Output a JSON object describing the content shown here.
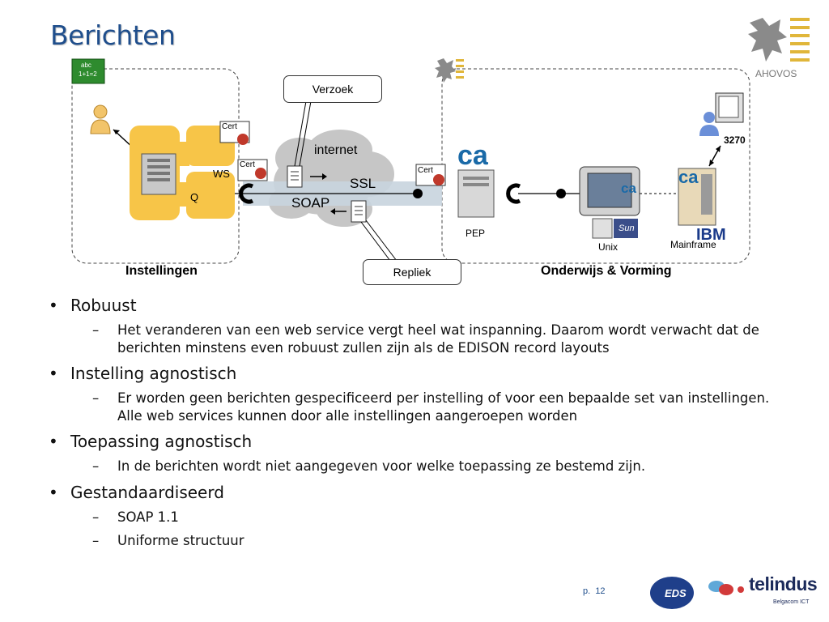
{
  "slide": {
    "title": "Berichten",
    "logo_text": "AHOVOS",
    "page_label": "p.",
    "page_number": "12"
  },
  "diagram": {
    "green_box_line1": "abc",
    "green_box_line2": "1+1=2",
    "cert_label": "Cert",
    "ws_label": "WS",
    "q_label": "Q",
    "internet_label": "internet",
    "ssl_label": "SSL",
    "soap_label": "SOAP",
    "request_label": "Verzoek",
    "reply_label": "Repliek",
    "pep_label": "PEP",
    "unix_label": "Unix",
    "mainframe_label": "Mainframe",
    "terminal_label": "3270",
    "ca_logo": "ca",
    "sun_logo": "Sun",
    "ibm_logo": "IBM",
    "left_group_label": "Instellingen",
    "right_group_label": "Onderwijs & Vorming",
    "colors": {
      "accent_orange": "#f7c548",
      "cloud": "#c4c4c4",
      "title_blue": "#1f4e8c",
      "green_box": "#2e8b2e"
    }
  },
  "bullets": [
    {
      "text": "Robuust",
      "sub": [
        "Het veranderen van een web service vergt heel wat inspanning. Daarom wordt verwacht dat de berichten minstens even robuust zullen zijn als de EDISON record layouts"
      ]
    },
    {
      "text": "Instelling agnostisch",
      "sub": [
        "Er worden geen berichten gespecificeerd per instelling of voor een bepaalde set van instellingen. Alle web services kunnen door alle instellingen aangeroepen worden"
      ]
    },
    {
      "text": "Toepassing agnostisch",
      "sub": [
        "In de berichten wordt niet aangegeven voor welke toepassing ze bestemd zijn."
      ]
    },
    {
      "text": "Gestandaardiseerd",
      "sub": [
        "SOAP 1.1",
        "Uniforme structuur"
      ]
    }
  ],
  "footer": {
    "eds_logo": "EDS",
    "telindus_logo": "telindus",
    "belgacom_text": "Belgacom ICT"
  }
}
